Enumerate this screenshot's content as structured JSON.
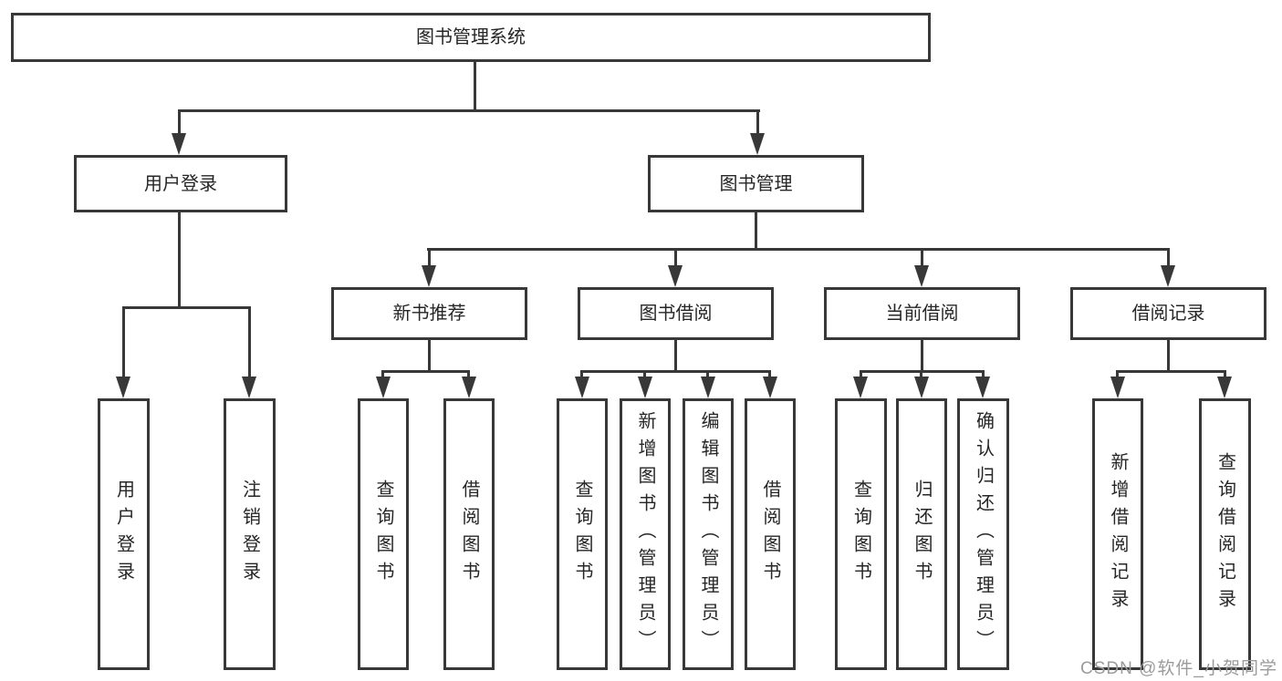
{
  "title": "图书管理系统",
  "nodes": {
    "root": "图书管理系统",
    "user_login": "用户登录",
    "book_mgmt": "图书管理",
    "new_book": "新书推荐",
    "book_borrow": "图书借阅",
    "current_borrow": "当前借阅",
    "borrow_records": "借阅记录"
  },
  "leaves": {
    "user_login": [
      "用户登录",
      "注销登录"
    ],
    "new_book": [
      "查询图书",
      "借阅图书"
    ],
    "book_borrow": [
      "查询图书",
      "新增图书（管理员）",
      "编辑图书（管理员）",
      "借阅图书"
    ],
    "current_borrow": [
      "查询图书",
      "归还图书",
      "确认归还（管理员）"
    ],
    "borrow_records": [
      "新增借阅记录",
      "查询借阅记录"
    ]
  },
  "watermark": "CSDN @软件_小贺同学",
  "colors": {
    "line": "#383838",
    "text": "#262626",
    "watermark": "#9b9b9b",
    "background": "#ffffff"
  }
}
